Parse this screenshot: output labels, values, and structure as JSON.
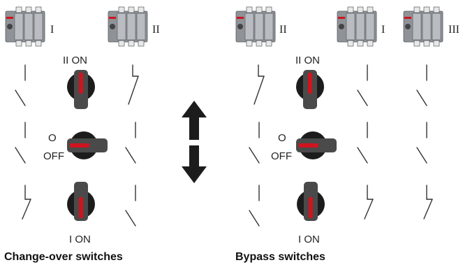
{
  "labels": {
    "ii_on_left": "II ON",
    "o_left": "O",
    "off_left": "OFF",
    "i_on_left": "I ON",
    "ii_on_right": "II ON",
    "o_right": "O",
    "off_right": "OFF",
    "i_on_right": "I ON"
  },
  "switch_roman": {
    "s1": "I",
    "s2": "II",
    "s3": "II",
    "s4": "I",
    "s5": "III"
  },
  "titles": {
    "changeover": "Change-over switches",
    "bypass": "Bypass switches"
  },
  "colors": {
    "handle": "#1c1c1c",
    "indicator": "#d0141e",
    "switch_body": "#8f9398"
  },
  "icons": [
    "switch-module-icon",
    "rotary-handle-icon",
    "double-arrow-icon",
    "contact-symbol-icon"
  ]
}
